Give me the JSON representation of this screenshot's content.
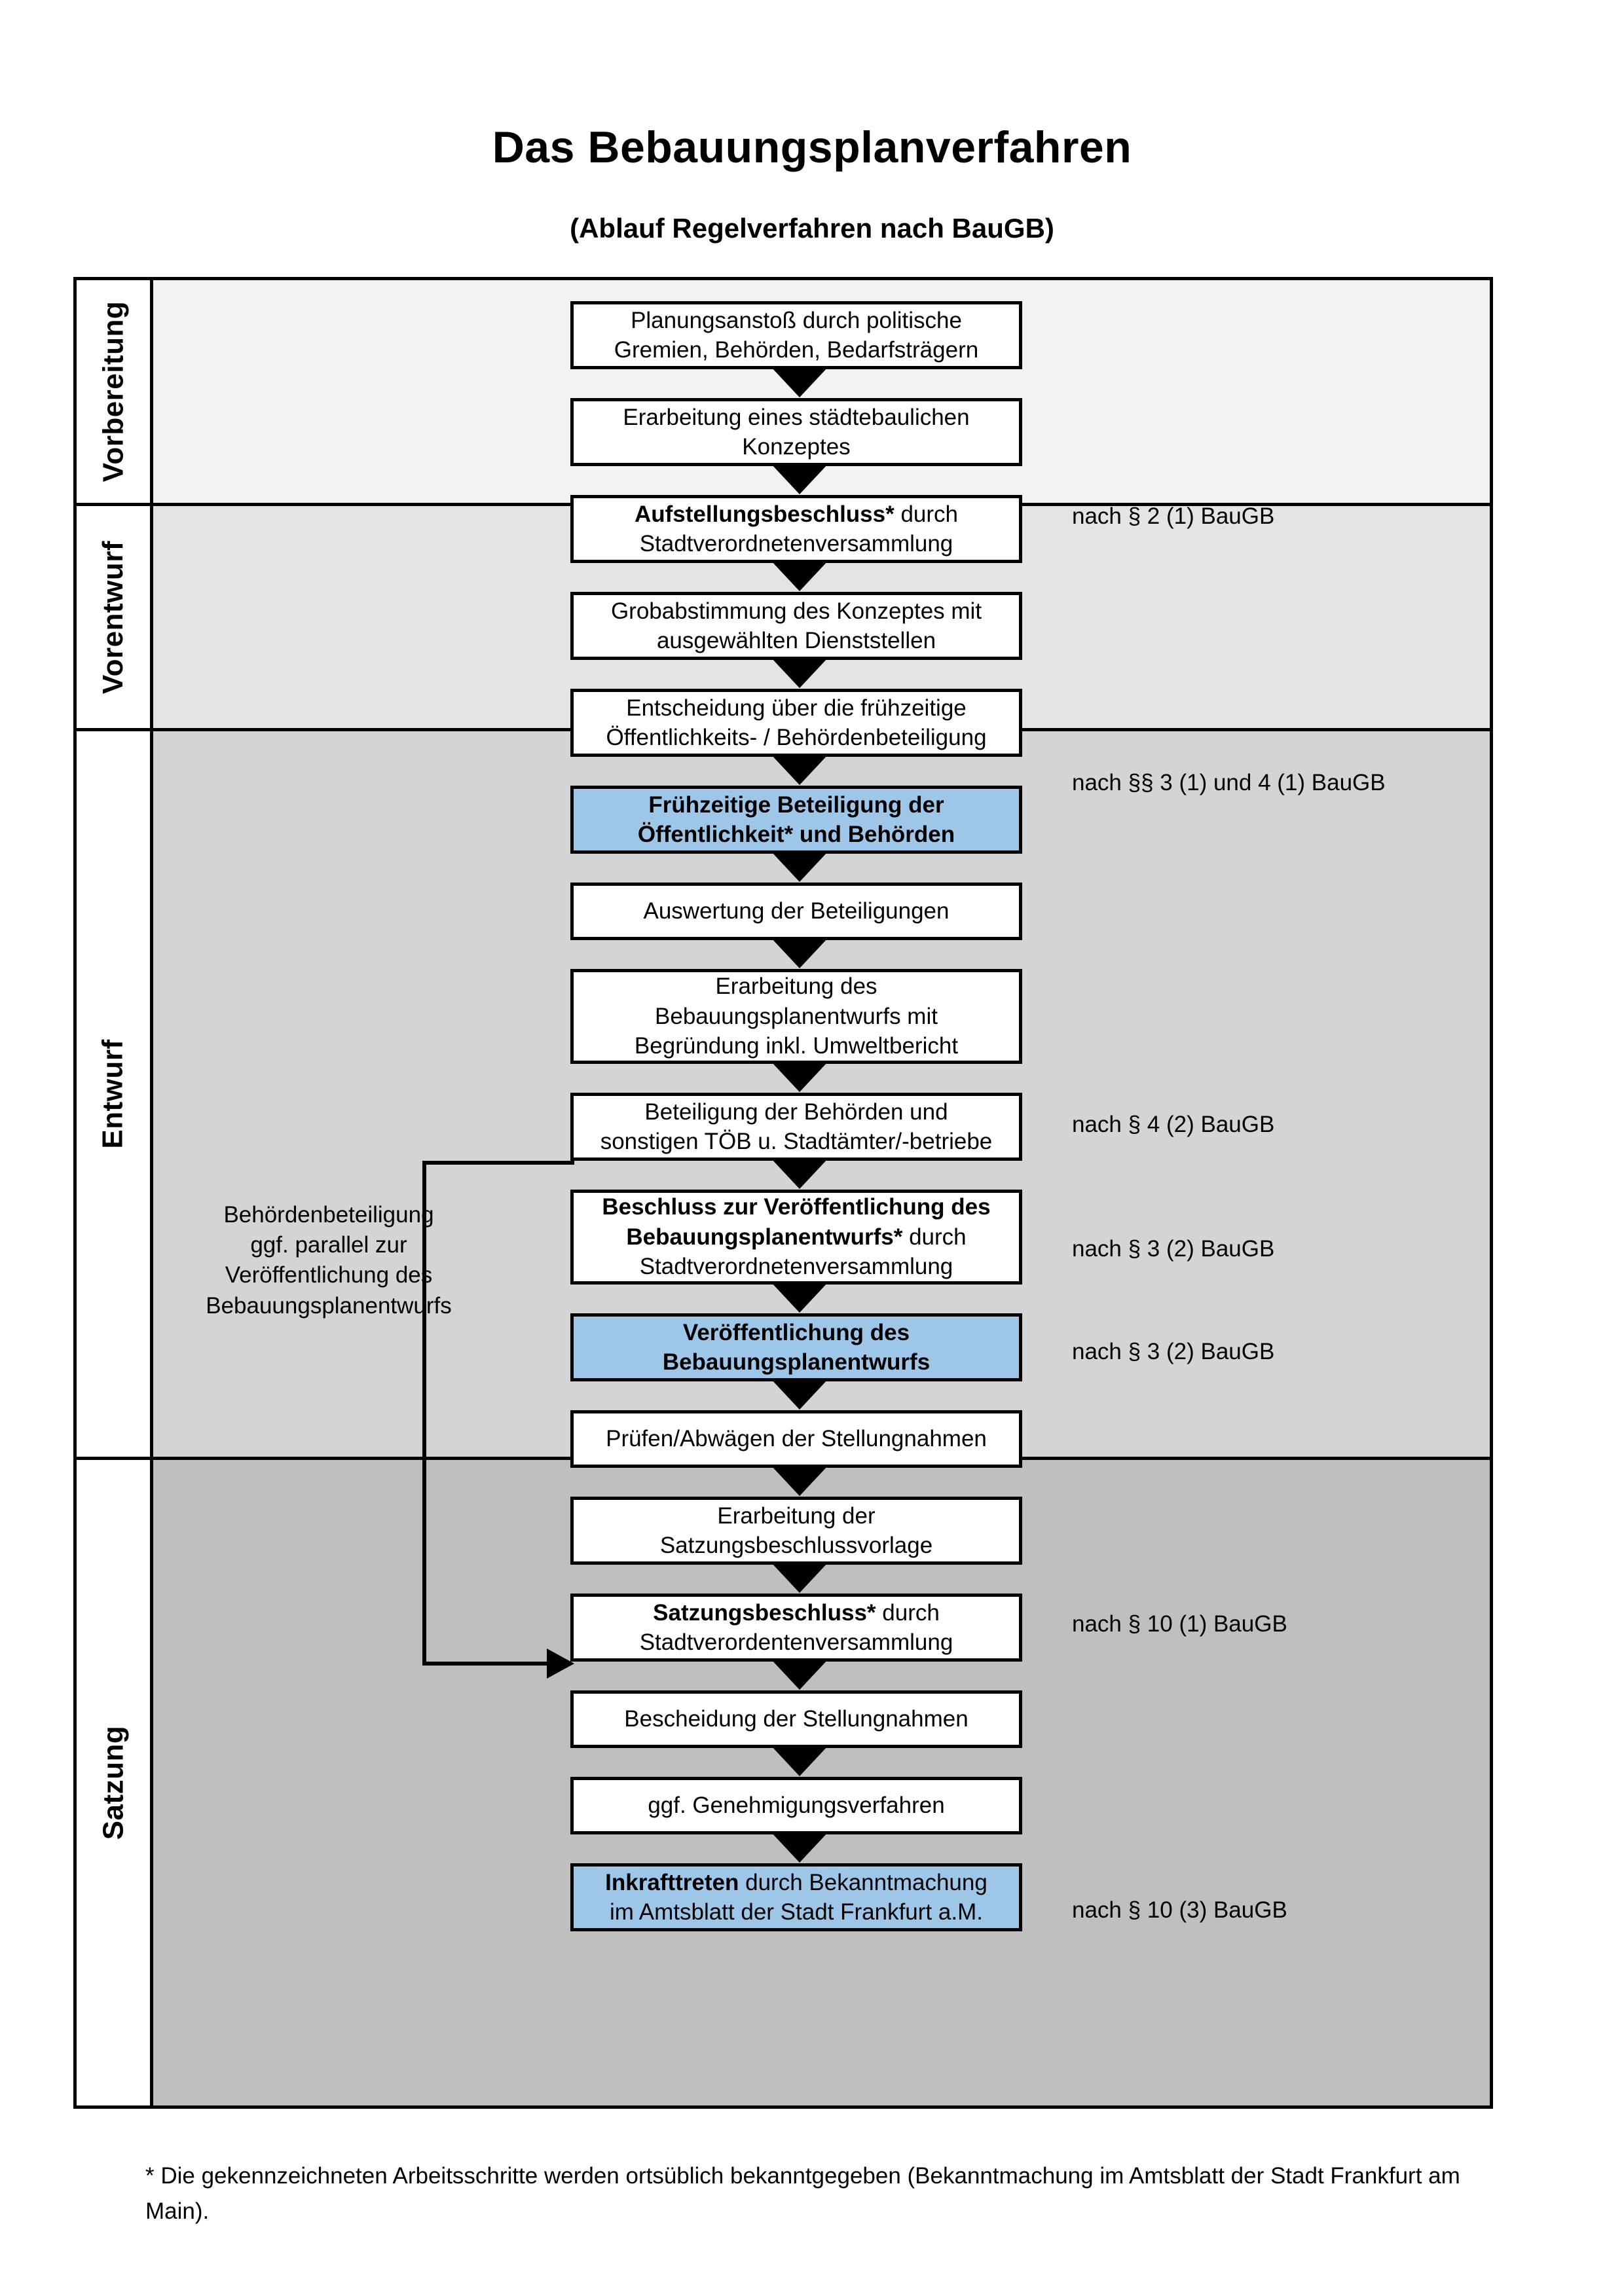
{
  "title": "Das Bebauungsplanverfahren",
  "subtitle": "(Ablauf Regelverfahren nach BauGB)",
  "stages": [
    {
      "label": "Vorbereitung",
      "color": "#F2F2F2"
    },
    {
      "label": "Vorentwurf",
      "color": "#E4E4E4"
    },
    {
      "label": "Entwurf",
      "color": "#D4D4D4"
    },
    {
      "label": "Satzung",
      "color": "#BFBFBF"
    }
  ],
  "accent_color": "#9EC6E8",
  "steps": [
    {
      "id": "s1",
      "line1": "Planungsanstoß durch politische",
      "line2": "Gremien, Behörden, Bedarfsträgern",
      "bold": "",
      "highlight": false
    },
    {
      "id": "s2",
      "line1": "Erarbeitung eines städtebaulichen",
      "line2": "Konzeptes",
      "bold": "",
      "highlight": false
    },
    {
      "id": "s3",
      "line1": " durch",
      "line2": "Stadtverordnetenversammlung",
      "bold": "Aufstellungsbeschluss*",
      "highlight": false
    },
    {
      "id": "s4",
      "line1": "Grobabstimmung des Konzeptes mit",
      "line2": "ausgewählten Dienststellen",
      "bold": "",
      "highlight": false
    },
    {
      "id": "s5",
      "line1": "Entscheidung über die frühzeitige",
      "line2": "Öffentlichkeits- / Behördenbeteiligung",
      "bold": "",
      "highlight": false
    },
    {
      "id": "s6",
      "line1": "Frühzeitige Beteiligung der",
      "line2": "Öffentlichkeit* und Behörden",
      "bold": "both",
      "highlight": true
    },
    {
      "id": "s7",
      "line1": "Auswertung der Beteiligungen",
      "line2": "",
      "bold": "",
      "highlight": false
    },
    {
      "id": "s8",
      "line1": "Erarbeitung des",
      "line2": "Bebauungsplanentwurfs mit",
      "line3": "Begründung inkl. Umweltbericht",
      "bold": "",
      "highlight": false
    },
    {
      "id": "s9",
      "line1": "Beteiligung der Behörden und",
      "line2": "sonstigen TÖB u. Stadtämter/-betriebe",
      "bold": "",
      "highlight": false
    },
    {
      "id": "s10",
      "line1": "Beschluss zur Veröffentlichung des",
      "line2": "Bebauungsplanentwurfs*",
      "line2b": " durch",
      "line3": "Stadtverordnetenversammlung",
      "bold": "lines12",
      "highlight": false
    },
    {
      "id": "s11",
      "line1": "Veröffentlichung des",
      "line2": "Bebauungsplanentwurfs",
      "bold": "both",
      "highlight": true
    },
    {
      "id": "s12",
      "line1": "Prüfen/Abwägen der Stellungnahmen",
      "line2": "",
      "bold": "",
      "highlight": false
    },
    {
      "id": "s13",
      "line1": "Erarbeitung der",
      "line2": "Satzungsbeschlussvorlage",
      "bold": "",
      "highlight": false
    },
    {
      "id": "s14",
      "line1": " durch",
      "line2": "Stadtverordentenversammlung",
      "bold": "Satzungsbeschluss*",
      "highlight": false
    },
    {
      "id": "s15",
      "line1": "Bescheidung der Stellungnahmen",
      "line2": "",
      "bold": "",
      "highlight": false
    },
    {
      "id": "s16",
      "line1": "ggf. Genehmigungsverfahren",
      "line2": "",
      "bold": "",
      "highlight": false
    },
    {
      "id": "s17",
      "line1": " durch Bekanntmachung",
      "line2": "im Amtsblatt der Stadt Frankfurt a.M.",
      "bold": "Inkrafttreten",
      "highlight": true
    }
  ],
  "legal_refs": [
    {
      "id": "l1",
      "text": "nach § 2 (1) BauGB"
    },
    {
      "id": "l2",
      "text": "nach §§ 3 (1) und 4 (1) BauGB"
    },
    {
      "id": "l3",
      "text": "nach § 4 (2) BauGB"
    },
    {
      "id": "l4",
      "text": "nach § 3 (2) BauGB"
    },
    {
      "id": "l5",
      "text": "nach § 3 (2) BauGB"
    },
    {
      "id": "l6",
      "text": "nach § 10 (1) BauGB"
    },
    {
      "id": "l7",
      "text": "nach § 10 (3) BauGB"
    }
  ],
  "sidenote": {
    "line1": "Behördenbeteiligung",
    "line2": "ggf. parallel zur",
    "line3": "Veröffentlichung des",
    "line4": "Bebauungsplanentwurfs"
  },
  "footnote": "* Die gekennzeichneten Arbeitsschritte werden ortsüblich bekanntgegeben (Bekanntmachung im Amtsblatt  der Stadt Frankfurt am Main)."
}
